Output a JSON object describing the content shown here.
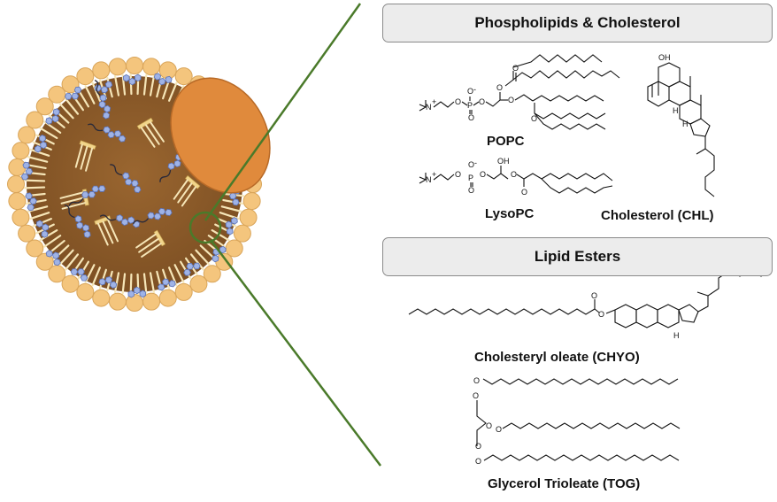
{
  "headers": {
    "phospholipids": "Phospholipids & Cholesterol",
    "lipid_esters": "Lipid Esters"
  },
  "molecules": {
    "popc": "POPC",
    "lysopc": "LysoPC",
    "cholesterol": "Cholesterol (CHL)",
    "cholesteryl_oleate": "Cholesteryl oleate (CHYO)",
    "glycerol_trioleate": "Glycerol Trioleate (TOG)"
  },
  "colors": {
    "core": "#8a5a2b",
    "shell_head": "#f4c57d",
    "protein": "#e08a3c",
    "ester_ring": "#9fb3e6",
    "zoom_line": "#4a7a2a"
  }
}
